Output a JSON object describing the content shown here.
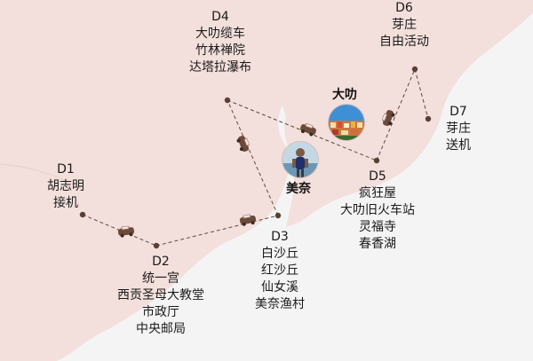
{
  "map": {
    "land_color": "#f3dfdb",
    "sea_color": "#f4f4f4",
    "route_color": "#5a4a44",
    "stop_color": "#5a4034"
  },
  "cities": [
    {
      "name": "大叻",
      "photo": "city-photo"
    },
    {
      "name": "美奈",
      "photo": "person-photo"
    }
  ],
  "stops": [
    {
      "day": "D1",
      "activities": [
        "胡志明",
        "接机"
      ]
    },
    {
      "day": "D2",
      "activities": [
        "统一宫",
        "西贡圣母大教堂",
        "市政厅",
        "中央邮局"
      ]
    },
    {
      "day": "D3",
      "activities": [
        "白沙丘",
        "红沙丘",
        "仙女溪",
        "美奈渔村"
      ]
    },
    {
      "day": "D4",
      "activities": [
        "大叻缆车",
        "竹林禅院",
        "达塔拉瀑布"
      ]
    },
    {
      "day": "D5",
      "activities": [
        "疯狂屋",
        "大叻旧火车站",
        "灵福寺",
        "春香湖"
      ]
    },
    {
      "day": "D6",
      "activities": [
        "芽庄",
        "自由活动"
      ]
    },
    {
      "day": "D7",
      "activities": [
        "芽庄",
        "送机"
      ]
    }
  ],
  "icons": {
    "vehicle": "car-icon"
  }
}
